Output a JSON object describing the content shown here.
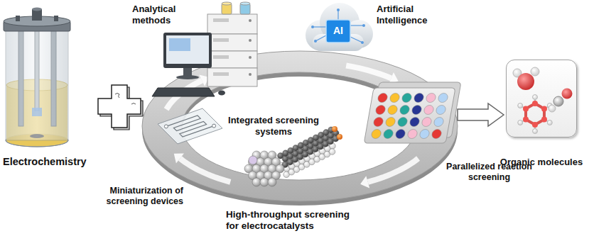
{
  "diagram": {
    "nodes": [
      {
        "text": [
          "Integrated screening systems"
        ]
      },
      {
        "text": [
          "Organic molecules"
        ]
      }
    ],
    "edges": [
      {
        "from": 0,
        "to": 1,
        "arrow": "to"
      }
    ],
    "labels": [
      "Electrochemistry",
      "Analytical methods",
      "Artificial Intelligence",
      "AI",
      "Parallelized reaction screening",
      "Miniaturization of screening devices",
      "High-throughput screening for electrocatalysts"
    ]
  }
}
